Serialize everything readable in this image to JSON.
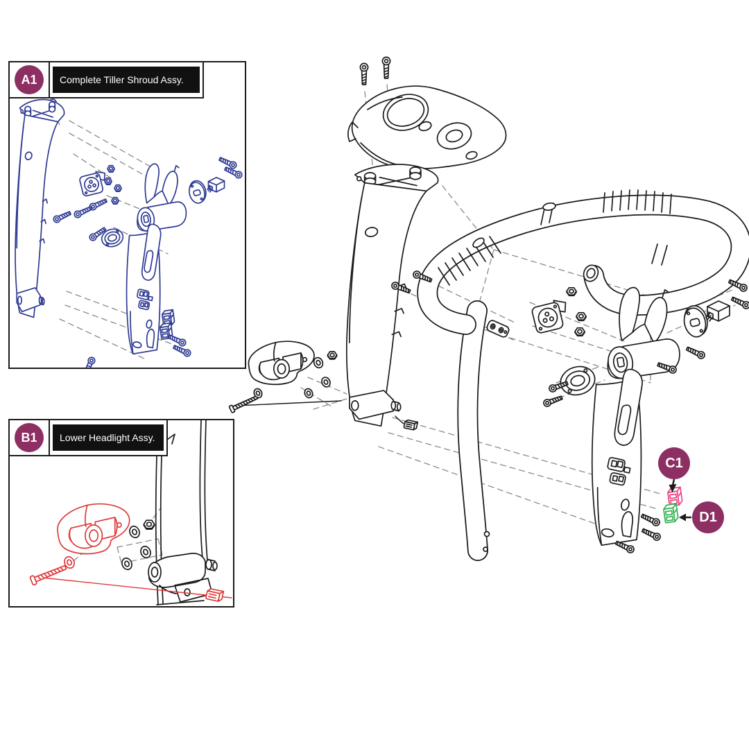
{
  "insets": {
    "a1": {
      "badge": "A1",
      "title": "Complete Tiller Shroud Assy."
    },
    "b1": {
      "badge": "B1",
      "title": "Lower Headlight Assy."
    }
  },
  "callouts": {
    "c1": {
      "badge": "C1",
      "arrow": "down",
      "part": "fuse-pink"
    },
    "d1": {
      "badge": "D1",
      "arrow": "left",
      "part": "fuse-green"
    }
  },
  "colors": {
    "badge_purple": "#8d2f63",
    "diagram_blue": "#2e3a92",
    "diagram_red": "#dd3a3a",
    "fuse_pink": "#ee3f82",
    "fuse_green": "#33b04f",
    "line_black": "#1b1b1b",
    "dash_gray": "#8a8a8a",
    "background": "#ffffff"
  }
}
